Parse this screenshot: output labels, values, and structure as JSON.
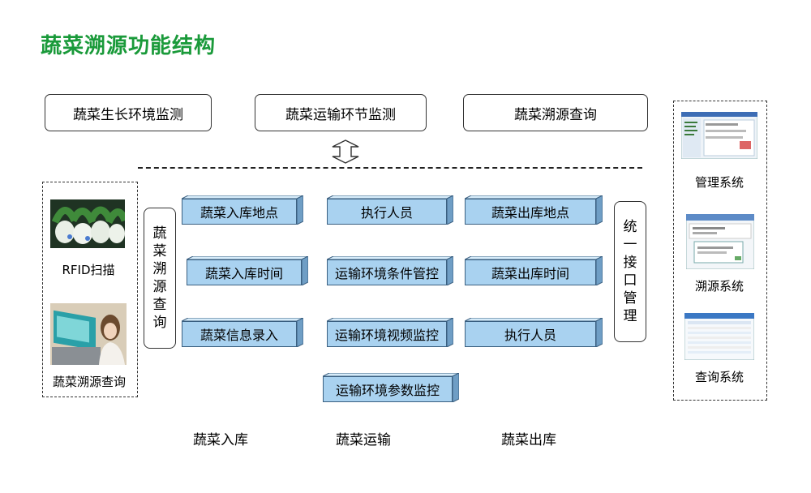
{
  "title": "蔬菜溯源功能结构",
  "top_boxes": [
    "蔬菜生长环境监测",
    "蔬菜运输环节监测",
    "蔬菜溯源查询"
  ],
  "left_panel": {
    "captions": [
      "RFID扫描",
      "蔬菜溯源查询"
    ]
  },
  "vertical_left": "蔬菜溯源查询",
  "vertical_right": "统一接口管理",
  "blocks": {
    "col1": [
      "蔬菜入库地点",
      "蔬菜入库时间",
      "蔬菜信息录入"
    ],
    "col2": [
      "执行人员",
      "运输环境条件管控",
      "运输环境视频监控",
      "运输环境参数监控"
    ],
    "col3": [
      "蔬菜出库地点",
      "蔬菜出库时间",
      "执行人员"
    ]
  },
  "stages": [
    "蔬菜入库",
    "蔬菜运输",
    "蔬菜出库"
  ],
  "right_panel": {
    "captions": [
      "管理系统",
      "溯源系统",
      "查询系统"
    ]
  },
  "colors": {
    "title": "#1a9a3a",
    "block_face": "#a9d2f0",
    "block_top": "#d7ecfa",
    "block_side": "#6f9ec5"
  }
}
